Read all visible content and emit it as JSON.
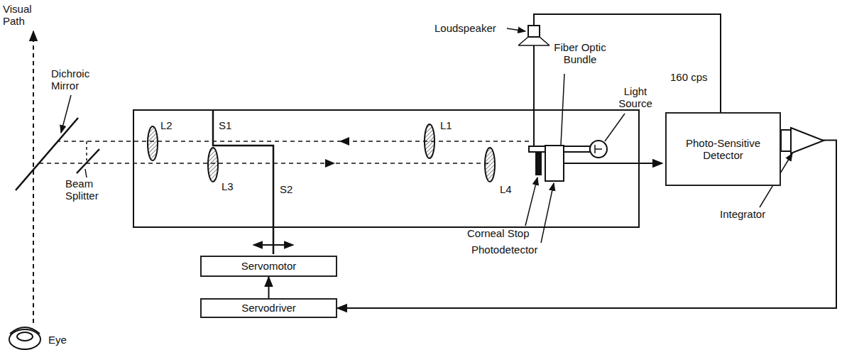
{
  "diagram": {
    "nodes": [
      {
        "text": [
          "Photo-Sensitive Detector"
        ]
      },
      {
        "text": [
          "Servomotor"
        ]
      },
      {
        "text": [
          "Servodriver"
        ]
      }
    ],
    "edges": [
      {
        "from": 2,
        "to": 1,
        "arrow": "to"
      },
      {
        "from": 0,
        "to": 2,
        "arrow": "to"
      }
    ],
    "labels": [
      "Visual Path",
      "Dichroic Mirror",
      "Beam Splitter",
      "Eye",
      "L2",
      "S1",
      "L1",
      "L3",
      "S2",
      "L4",
      "Loudspeaker",
      "Fiber Optic Bundle",
      "Light Source",
      "160 cps",
      "Corneal Stop",
      "Photodetector",
      "Integrator"
    ]
  }
}
